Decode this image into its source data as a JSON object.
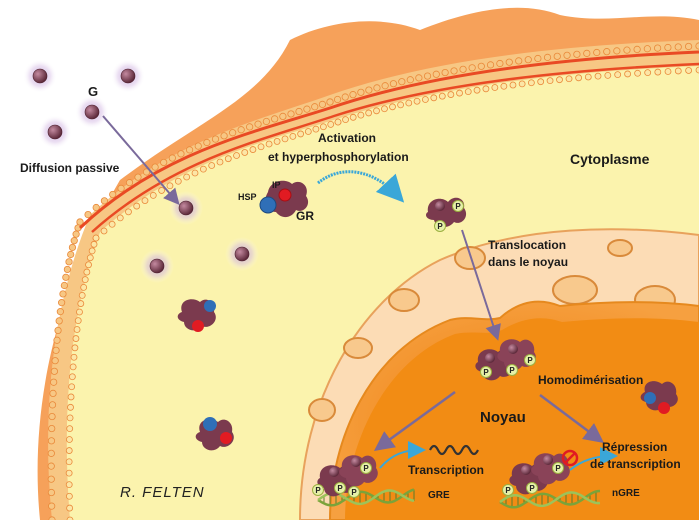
{
  "labels": {
    "ligand": "G",
    "diffusion": "Diffusion passive",
    "activation_line1": "Activation",
    "activation_line2": "et hyperphosphorylation",
    "cytoplasm": "Cytoplasme",
    "hsp": "HSP",
    "ip": "IP",
    "receptor": "GR",
    "translocation_line1": "Translocation",
    "translocation_line2": "dans le noyau",
    "homodimerization": "Homodimérisation",
    "nucleus": "Noyau",
    "transcription": "Transcription",
    "gre": "GRE",
    "repression_line1": "Répression",
    "repression_line2": "de transcription",
    "ngre": "nGRE",
    "phospho": "P"
  },
  "signature": "R. FELTEN",
  "colors": {
    "membrane_outer": "#f6a15a",
    "membrane_beads": "#f7c784",
    "membrane_line": "#e94a24",
    "cytoplasm": "#fbf3ad",
    "nuclear_envelope": "#fcdcb5",
    "nucleus": "#f28c14",
    "molecule": "#7b3a4e",
    "hsp_blue": "#2f6fb7",
    "ip_red": "#e11b22",
    "phospho_yellow": "#d9e88a",
    "arrow": "#7a6a9b",
    "activation_arrow": "#3aa7d8",
    "dna_green": "#7aa33a"
  }
}
